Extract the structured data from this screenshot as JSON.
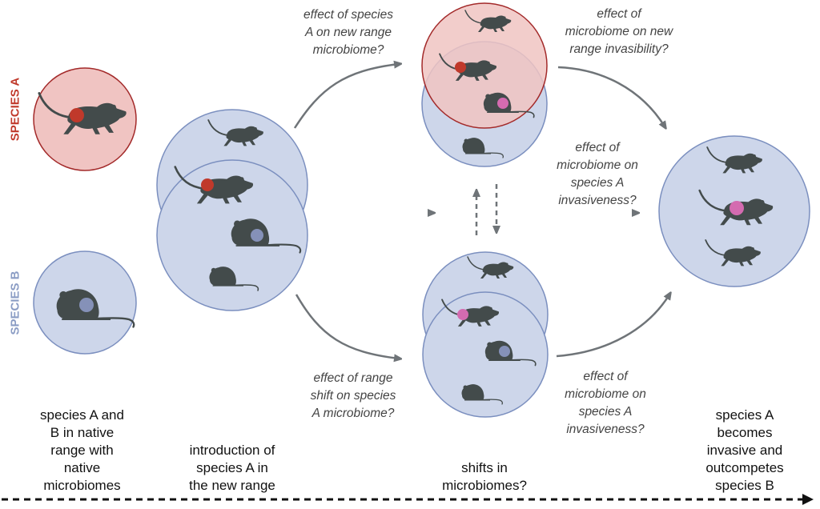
{
  "species_labels": {
    "a": "SPECIES A",
    "b": "SPECIES B",
    "a_color": "#c0392b",
    "b_color": "#8a9cc4"
  },
  "colors": {
    "red_fill": "#f0c4c2",
    "red_stroke": "#a32a2a",
    "blue_fill": "#cdd6ea",
    "blue_stroke": "#7b8fbf",
    "overlap_fill": "#b7c3e0",
    "mouse": "#434b4b",
    "microbiome_a": "#c0392b",
    "microbiome_b": "#8591b8",
    "microbiome_shifted": "#d46bb0",
    "arrow": "#6f7478"
  },
  "questions": {
    "q1": "effect of species A on new range microbiome?",
    "q1_lines": [
      "effect of species",
      "A on new range",
      "microbiome?"
    ],
    "q2_lines": [
      "effect of",
      "microbiome on new",
      "range invasibility?"
    ],
    "q3_lines": [
      "effect of",
      "microbiome on",
      "species A",
      "invasiveness?"
    ],
    "q4_lines": [
      "effect of range",
      "shift on species",
      "A microbiome?"
    ],
    "q5_lines": [
      "effect of",
      "microbiome on",
      "species A",
      "invasiveness?"
    ]
  },
  "stages": [
    {
      "lines": [
        "species A and",
        "B in native",
        "range with",
        "native",
        "microbiomes"
      ]
    },
    {
      "lines": [
        "introduction of",
        "species A in",
        "the new range"
      ]
    },
    {
      "lines": [
        "shifts in",
        "microbiomes?"
      ]
    },
    {
      "lines": [
        "species A",
        "becomes",
        "invasive and",
        "outcompetes",
        "species B"
      ]
    }
  ]
}
